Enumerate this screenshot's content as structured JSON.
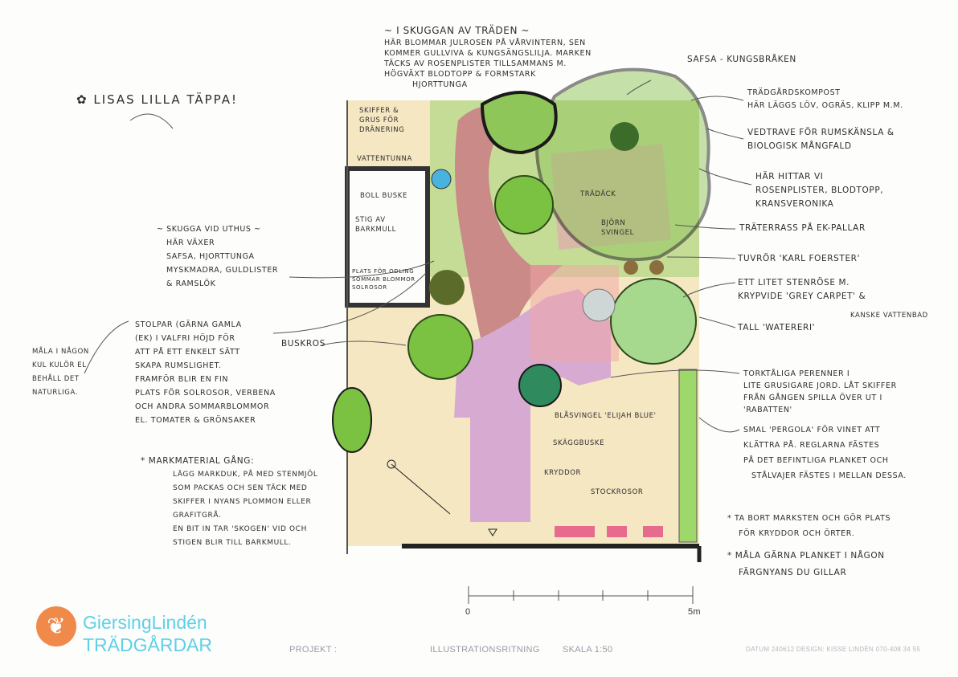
{
  "title": "LISAS LILLA TÄPPA!",
  "notes": {
    "shade_trees": {
      "title": "~ I SKUGGAN AV TRÄDEN ~",
      "lines": [
        "HÄR BLOMMAR JULROSEN PÅ VÅRVINTERN, SEN",
        "KOMMER GULLVIVA & KUNGSÄNGSLILJA. MARKEN",
        "TÄCKS AV ROSENPLISTER TILLSAMMANS M.",
        "HÖGVÄXT BLODTOPP & FORMSTARK",
        "HJORTTUNGA"
      ]
    },
    "safsa": "SAFSA - KUNGSBRÅKEN",
    "compost": [
      "TRÄDGÅRDSKOMPOST",
      "HÄR LÄGGS LÖV, OGRÄS, KLIPP M.M."
    ],
    "woodpile": [
      "VEDTRAVE FÖR RUMSKÄNSLA &",
      "BIOLOGISK MÅNGFALD"
    ],
    "here_find": [
      "HÄR HITTAR VI",
      "ROSENPLISTER, BLODTOPP,",
      "KRANSVERONIKA"
    ],
    "deck": "TRÄTERRASS PÅ EK-PALLAR",
    "grass": "TUVRÖR 'KARL FOERSTER'",
    "rockery": [
      "ETT LITET STENRÖSE M.",
      "KRYPVIDE 'GREY CARPET' &"
    ],
    "rockery_extra": "KANSKE VATTENBAD",
    "pine": "TALL 'WATERERI'",
    "drought": [
      "TORKTÅLIGA PERENNER I",
      "LITE GRUSIGARE JORD. LÅT SKIFFER",
      "FRÅN GÅNGEN SPILLA ÖVER UT I",
      "'RABATTEN'"
    ],
    "pergola": [
      "SMAL 'PERGOLA' FÖR VINET ATT",
      "KLÄTTRA PÅ. REGLARNA FÄSTES",
      "PÅ DET BEFINTLIGA PLANKET OCH",
      "STÅLVAJER FÄSTES I MELLAN DESSA."
    ],
    "remove": [
      "* TA BORT MARKSTEN OCH GÖR PLATS",
      "FÖR KRYDDOR OCH ÖRTER."
    ],
    "paint": [
      "* MÅLA GÄRNA PLANKET I NÅGON",
      "FÄRGNYANS DU GILLAR"
    ],
    "shed_shade": [
      "~ SKUGGA VID UTHUS ~",
      "HÄR VÄXER",
      "SAFSA, HJORTTUNGA",
      "MYSKMADRA, GULDLISTER",
      "& RAMSLÖK"
    ],
    "posts": [
      "STOLPAR (GÄRNA GAMLA",
      "(EK) I VALFRI HÖJD FÖR",
      "ATT PÅ ETT ENKELT SÄTT",
      "SKAPA RUMSLIGHET.",
      "FRAMFÖR BLIR EN FIN",
      "PLATS FÖR SOLROSOR, VERBENA",
      "OCH ANDRA SOMMARBLOMMOR",
      "EL. TOMATER & GRÖNSAKER"
    ],
    "paint_ball": [
      "MÅLA I NÅGON",
      "KUL KULÖR EL",
      "BEHÅLL DET",
      "NATURLIGA."
    ],
    "shrub_rose": "BUSKROS",
    "material": {
      "title": "* MARKMATERIAL GÅNG:",
      "lines": [
        "LÄGG MARKDUK, PÅ MED STENMJÖL",
        "SOM PACKAS OCH SEN TÄCK MED",
        "SKIFFER I NYANS PLOMMON ELLER",
        "GRAFITGRÅ.",
        "EN BIT IN TAR 'SKOGEN' VID OCH",
        "STIGEN BLIR TILL BARKMULL."
      ]
    }
  },
  "plan_labels": {
    "slate": [
      "SKIFFER &",
      "GRUS FÖR",
      "DRÄNERING"
    ],
    "water_barrel": "VATTENTUNNA",
    "ball_bush": "BOLL BUSKE",
    "bark_path": [
      "STIG AV",
      "BARKMULL"
    ],
    "growing": [
      "PLATS FÖR ODLING",
      "SOMMAR BLOMMOR",
      "SOLROSOR"
    ],
    "wood_deck": "TRÄDÄCK",
    "birch": [
      "BJÖRN",
      "SVINGEL"
    ],
    "blue_fescue": "BLÅSVINGEL 'ELIJAH BLUE'",
    "caryopteris": "SKÄGGBUSKE",
    "herbs": "KRYDDOR",
    "hollyhocks": "STOCKROSOR"
  },
  "scale": {
    "start": "0",
    "end": "5m",
    "divisions": 5
  },
  "footer": {
    "logo_line1": "GiersingLindén",
    "logo_line2": "TRÄDGÅRDAR",
    "project": "PROJEKT :",
    "drawing": "ILLUSTRATIONSRITNING",
    "scale": "SKALA 1:50",
    "info": "DATUM 240612  DESIGN: KISSE LINDÉN 070-408 34 55"
  },
  "colors": {
    "logo_orange": "#f08a4b",
    "logo_cyan": "#5fd0e8",
    "foliage": "#7cc242",
    "path": "#c98a88",
    "walk": "#d4a9cf",
    "ground": "#f3e3b8"
  }
}
